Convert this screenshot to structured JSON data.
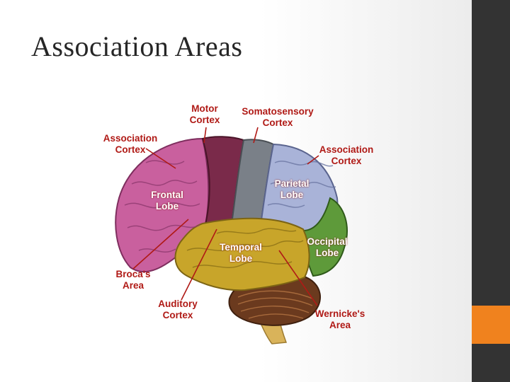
{
  "slide": {
    "title": "Association Areas"
  },
  "diagram": {
    "labels": {
      "motor_cortex": [
        "Motor",
        "Cortex"
      ],
      "somatosensory_cortex": [
        "Somatosensory",
        "Cortex"
      ],
      "association_cortex_left": [
        "Association",
        "Cortex"
      ],
      "association_cortex_right": [
        "Association",
        "Cortex"
      ],
      "frontal_lobe": [
        "Frontal",
        "Lobe"
      ],
      "parietal_lobe": [
        "Parietal",
        "Lobe"
      ],
      "temporal_lobe": [
        "Temporal",
        "Lobe"
      ],
      "occipital_lobe": [
        "Occipital",
        "Lobe"
      ],
      "brocas_area": [
        "Broca's",
        "Area"
      ],
      "auditory_cortex": [
        "Auditory",
        "Cortex"
      ],
      "wernickes_area": [
        "Wernicke's",
        "Area"
      ]
    }
  },
  "colors": {
    "label_red": "#b01a16",
    "frontal": "#c9609e",
    "motor": "#7a2a4a",
    "somatosensory": "#7a8088",
    "parietal": "#a9b3d8",
    "occipital": "#5e9a3a",
    "temporal": "#c8a52a",
    "cerebellum": "#6b3a1e",
    "brainstem": "#d9b35a",
    "sidebar": "#333333",
    "accent": "#f0821e"
  }
}
